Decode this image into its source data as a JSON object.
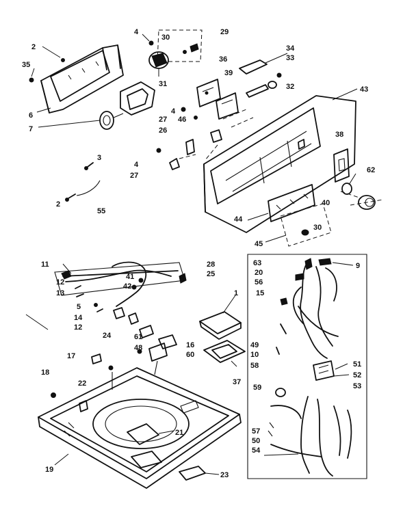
{
  "callouts": [
    {
      "id": "c2a",
      "text": "2"
    },
    {
      "id": "c35",
      "text": "35"
    },
    {
      "id": "c6",
      "text": "6"
    },
    {
      "id": "c7",
      "text": "7"
    },
    {
      "id": "c4a",
      "text": "4"
    },
    {
      "id": "c30a",
      "text": "30"
    },
    {
      "id": "c29",
      "text": "29"
    },
    {
      "id": "c31",
      "text": "31"
    },
    {
      "id": "c36",
      "text": "36"
    },
    {
      "id": "c39",
      "text": "39"
    },
    {
      "id": "c34",
      "text": "34"
    },
    {
      "id": "c33",
      "text": "33"
    },
    {
      "id": "c32",
      "text": "32"
    },
    {
      "id": "c43",
      "text": "43"
    },
    {
      "id": "c4b",
      "text": "4"
    },
    {
      "id": "c27a",
      "text": "27"
    },
    {
      "id": "c46",
      "text": "46"
    },
    {
      "id": "c26",
      "text": "26"
    },
    {
      "id": "c38",
      "text": "38"
    },
    {
      "id": "c3",
      "text": "3"
    },
    {
      "id": "c4c",
      "text": "4"
    },
    {
      "id": "c27b",
      "text": "27"
    },
    {
      "id": "c62",
      "text": "62"
    },
    {
      "id": "c2b",
      "text": "2"
    },
    {
      "id": "c55",
      "text": "55"
    },
    {
      "id": "c40",
      "text": "40"
    },
    {
      "id": "c44",
      "text": "44"
    },
    {
      "id": "c30b",
      "text": "30"
    },
    {
      "id": "c45",
      "text": "45"
    },
    {
      "id": "c11",
      "text": "11"
    },
    {
      "id": "c28",
      "text": "28"
    },
    {
      "id": "c25",
      "text": "25"
    },
    {
      "id": "c63",
      "text": "63"
    },
    {
      "id": "c9",
      "text": "9"
    },
    {
      "id": "c41",
      "text": "41"
    },
    {
      "id": "c42",
      "text": "42"
    },
    {
      "id": "c20",
      "text": "20"
    },
    {
      "id": "c56",
      "text": "56"
    },
    {
      "id": "c12a",
      "text": "12"
    },
    {
      "id": "c13",
      "text": "13"
    },
    {
      "id": "c15",
      "text": "15"
    },
    {
      "id": "c5",
      "text": "5"
    },
    {
      "id": "c14",
      "text": "14"
    },
    {
      "id": "c12b",
      "text": "12"
    },
    {
      "id": "c1",
      "text": "1"
    },
    {
      "id": "c24",
      "text": "24"
    },
    {
      "id": "c61",
      "text": "61"
    },
    {
      "id": "c48",
      "text": "48"
    },
    {
      "id": "c16",
      "text": "16"
    },
    {
      "id": "c60",
      "text": "60"
    },
    {
      "id": "c49",
      "text": "49"
    },
    {
      "id": "c17",
      "text": "17"
    },
    {
      "id": "c10",
      "text": "10"
    },
    {
      "id": "c51",
      "text": "51"
    },
    {
      "id": "c58",
      "text": "58"
    },
    {
      "id": "c52",
      "text": "52"
    },
    {
      "id": "c18",
      "text": "18"
    },
    {
      "id": "c37",
      "text": "37"
    },
    {
      "id": "c22",
      "text": "22"
    },
    {
      "id": "c59",
      "text": "59"
    },
    {
      "id": "c53",
      "text": "53"
    },
    {
      "id": "c21",
      "text": "21"
    },
    {
      "id": "c57",
      "text": "57"
    },
    {
      "id": "c50",
      "text": "50"
    },
    {
      "id": "c54",
      "text": "54"
    },
    {
      "id": "c19",
      "text": "19"
    },
    {
      "id": "c23",
      "text": "23"
    }
  ]
}
